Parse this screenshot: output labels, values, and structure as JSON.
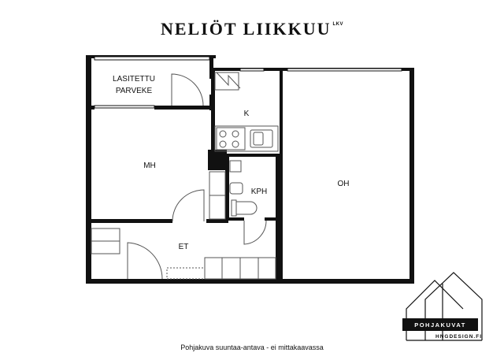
{
  "brand": {
    "name": "NELIÖT LIIKKUU",
    "suffix": "LKV"
  },
  "rooms": {
    "balcony_line1": "LASITETTU",
    "balcony_line2": "PARVEKE",
    "kitchen": "K",
    "bedroom": "MH",
    "living": "OH",
    "bathroom": "KPH",
    "hall": "ET"
  },
  "footer": {
    "note": "Pohjakuva suuntaa-antava - ei mittakaavassa"
  },
  "logo": {
    "banner": "POHJAKUVAT",
    "domain": "HNGDESIGN.FI"
  },
  "colors": {
    "wall": "#111111",
    "fixture": "#555555",
    "background": "#ffffff"
  }
}
